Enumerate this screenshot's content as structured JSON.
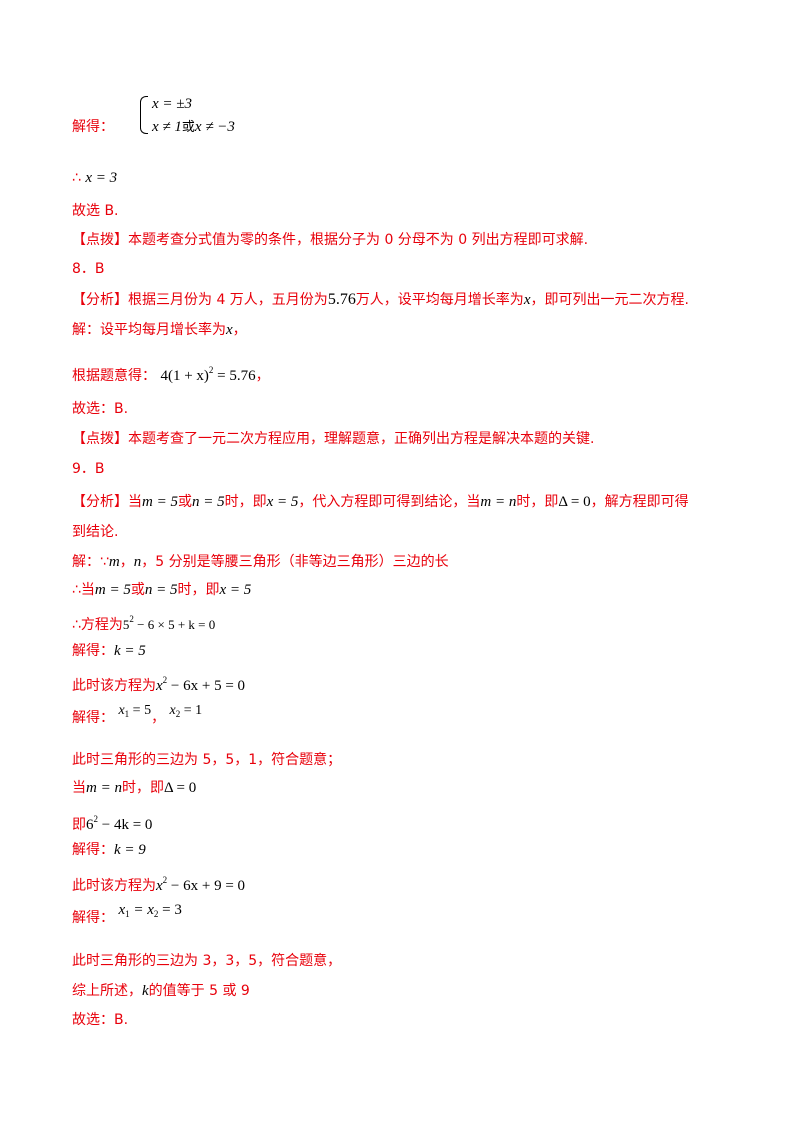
{
  "l1_label": "解得：",
  "sys1_row1": "x = ±3",
  "sys1_row2a": "x ≠ 1",
  "sys1_row2b": "或",
  "sys1_row2c": "x ≠ −3",
  "l2_prefix": "∴",
  "l2_math": "x = 3",
  "l3": "故选 B.",
  "l4": "【点拨】本题考查分式值为零的条件，根据分子为 0 分母不为 0 列出方程即可求解.",
  "l5": "8．B",
  "l6a": "【分析】根据三月份为 4 万人，五月份为",
  "l6m": "5.76",
  "l6b": "万人，设平均每月增长率为",
  "l6x": "x",
  "l6c": "，即可列出一元二次方程.",
  "l7a": "解：设平均每月增长率为",
  "l7x": "x",
  "l7b": "，",
  "l8a": "根据题意得：",
  "l8m": "4(1 + x)",
  "l8sup": "2",
  "l8m2": " = 5.76",
  "l8b": "，",
  "l9": "故选：B.",
  "l10": "【点拨】本题考查了一元二次方程应用，理解题意，正确列出方程是解决本题的关键.",
  "l11": "9．B",
  "l12a": "【分析】当",
  "l12m1": "m = 5",
  "l12b": "或",
  "l12m2": "n = 5",
  "l12c": "时，即",
  "l12m3": "x = 5",
  "l12d": "，代入方程即可得到结论，当",
  "l12m4": "m = n",
  "l12e": "时，即",
  "l12m5": "Δ = 0",
  "l12f": "，解方程即可得",
  "l13": "到结论.",
  "l14a": "解：∵",
  "l14m": "m",
  "l14b": "，",
  "l14n": "n",
  "l14c": "，5 分别是等腰三角形（非等边三角形）三边的长",
  "l15a": "∴当",
  "l15m1": "m = 5",
  "l15b": "或",
  "l15m2": "n = 5",
  "l15c": "时，即",
  "l15m3": "x = 5",
  "l16a": "∴方程为",
  "l16m": "5",
  "l16sup": "2",
  "l16m2": " − 6 × 5 + k = 0",
  "l17a": "解得：",
  "l17m": "k = 5",
  "l18a": "此时该方程为",
  "l18m": "x",
  "l18sup": "2",
  "l18m2": " − 6x + 5 = 0",
  "l19a": "解得：",
  "l19m1": "x",
  "l19s1": "1",
  "l19m1b": " = 5",
  "l19m2": "x",
  "l19s2": "2",
  "l19m2b": " = 1",
  "l19comma": "，",
  "l20": "此时三角形的三边为 5，5，1，符合题意；",
  "l21a": "当",
  "l21m": "m = n",
  "l21b": "时，即",
  "l21m2": "Δ = 0",
  "l22a": "即",
  "l22m": "6",
  "l22sup": "2",
  "l22m2": " − 4k = 0",
  "l23a": "解得：",
  "l23m": "k = 9",
  "l24a": "此时该方程为",
  "l24m": "x",
  "l24sup": "2",
  "l24m2": " − 6x + 9 = 0",
  "l25a": "解得：",
  "l25m1": "x",
  "l25s1": "1",
  "l25m2": " = x",
  "l25s2": "2",
  "l25m3": " = 3",
  "l26": "此时三角形的三边为 3，3，5，符合题意，",
  "l27a": "综上所述，",
  "l27k": "k",
  "l27b": "的值等于 5 或 9",
  "l28": "故选：B."
}
